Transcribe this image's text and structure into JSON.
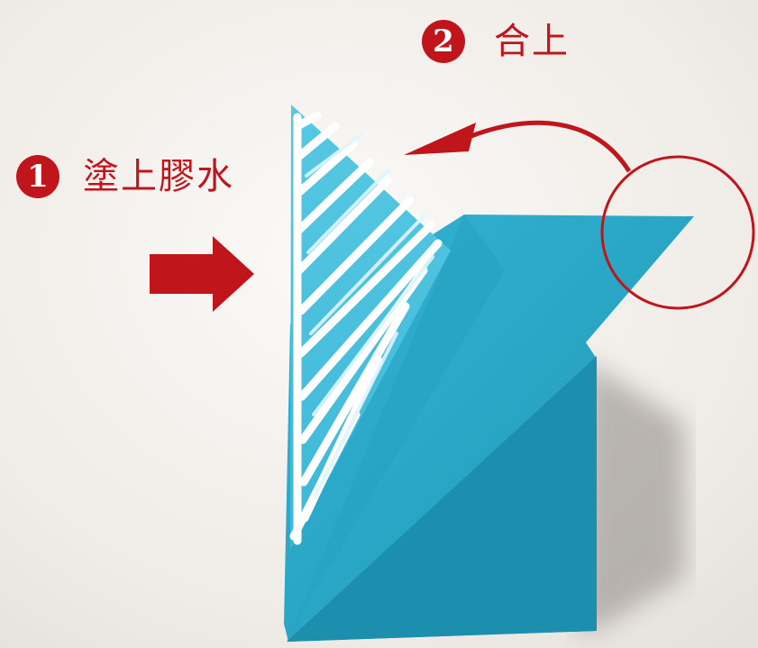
{
  "colors": {
    "accent": "#c1151c",
    "paper": "#2ba9c9",
    "paper_shade": "#1e8fae",
    "paper_light": "#4cc3df",
    "glue": "#ffffff",
    "background": "#f2efeb"
  },
  "steps": [
    {
      "number": "1",
      "label": "塗上膠水"
    },
    {
      "number": "2",
      "label": "合上"
    }
  ],
  "icons": {
    "push_arrow": "right-arrow-icon",
    "fold_arrow": "curved-arrow-icon",
    "highlight": "circle-highlight-icon"
  }
}
